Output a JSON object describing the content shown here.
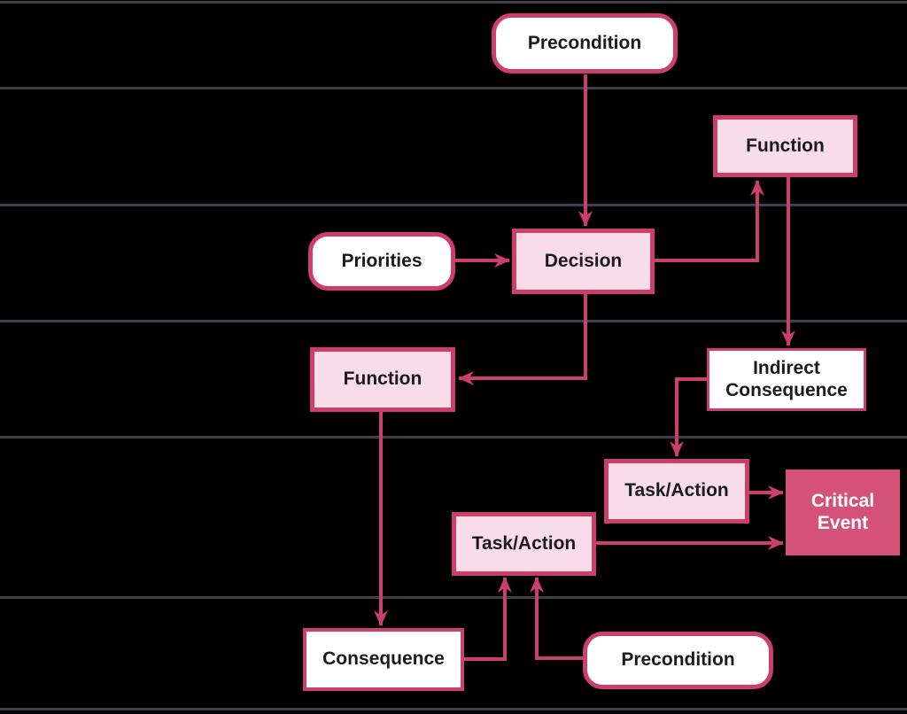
{
  "diagram": {
    "kind": "flowchart",
    "colors": {
      "background": "#000000",
      "lane_separator": "#3f3f4d",
      "edge": "#cc3e6b",
      "node_border": "#cc3e6b",
      "node_fill_pink": "#f8dce8",
      "node_fill_white": "#ffffff",
      "critical_event_fill": "#d4517a",
      "text_dark": "#1b1b1b",
      "text_light": "#ffffff"
    },
    "lanes": {
      "separator_ys": [
        2,
        99,
        231,
        362,
        493,
        674,
        801
      ]
    },
    "nodes": {
      "precondition_top": {
        "label": "Precondition",
        "shape": "stadium"
      },
      "function_right": {
        "label": "Function",
        "shape": "process"
      },
      "priorities": {
        "label": "Priorities",
        "shape": "stadium"
      },
      "decision": {
        "label": "Decision",
        "shape": "process"
      },
      "function_left": {
        "label": "Function",
        "shape": "process"
      },
      "indirect_consequence": {
        "label": "Indirect Consequence",
        "shape": "process-white"
      },
      "task_action_upper": {
        "label": "Task/Action",
        "shape": "process"
      },
      "critical_event": {
        "label": "Critical Event",
        "shape": "critical"
      },
      "task_action_lower": {
        "label": "Task/Action",
        "shape": "process"
      },
      "consequence": {
        "label": "Consequence",
        "shape": "process-white"
      },
      "precondition_bottom": {
        "label": "Precondition",
        "shape": "stadium"
      }
    },
    "edges": [
      {
        "from": "precondition_top",
        "to": "decision"
      },
      {
        "from": "priorities",
        "to": "decision"
      },
      {
        "from": "decision",
        "to": "function_right"
      },
      {
        "from": "function_right",
        "to": "indirect_consequence"
      },
      {
        "from": "indirect_consequence",
        "to": "task_action_upper"
      },
      {
        "from": "task_action_upper",
        "to": "critical_event"
      },
      {
        "from": "decision",
        "to": "function_left"
      },
      {
        "from": "function_left",
        "to": "consequence"
      },
      {
        "from": "consequence",
        "to": "task_action_lower"
      },
      {
        "from": "precondition_bottom",
        "to": "task_action_lower"
      },
      {
        "from": "task_action_lower",
        "to": "critical_event"
      }
    ]
  }
}
